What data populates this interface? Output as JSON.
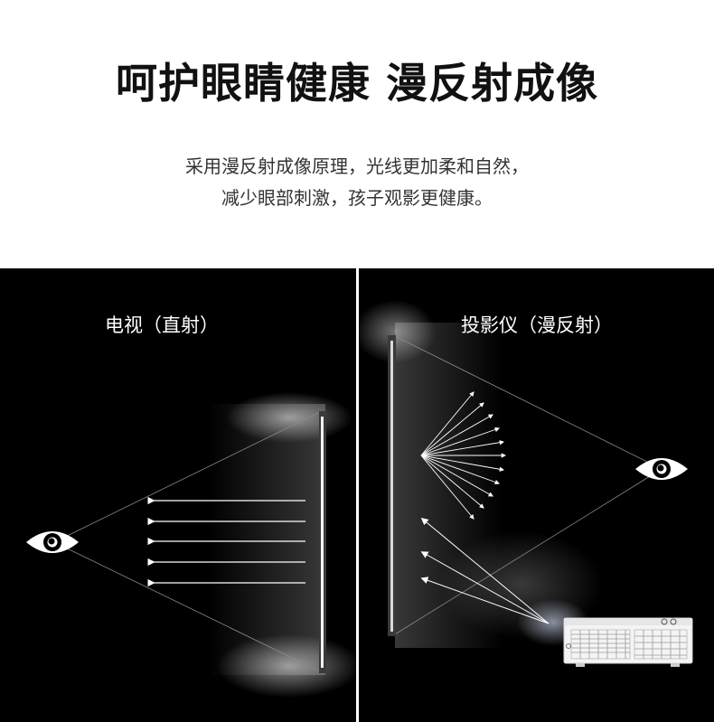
{
  "header": {
    "title": "呵护眼睛健康 漫反射成像",
    "subtitle_line1": "采用漫反射成像原理，光线更加柔和自然，",
    "subtitle_line2": "减少眼部刺激，孩子观影更健康。"
  },
  "left_panel": {
    "label": "电视（直射）",
    "icons": [
      "eye-icon",
      "tv-screen-icon"
    ]
  },
  "right_panel": {
    "label": "投影仪（漫反射）",
    "icons": [
      "eye-icon",
      "projection-screen-icon",
      "projector-icon"
    ]
  },
  "colors": {
    "panel_background": "#000000",
    "text_primary": "#111111",
    "text_secondary": "#333333",
    "arrow": "#ffffff"
  }
}
